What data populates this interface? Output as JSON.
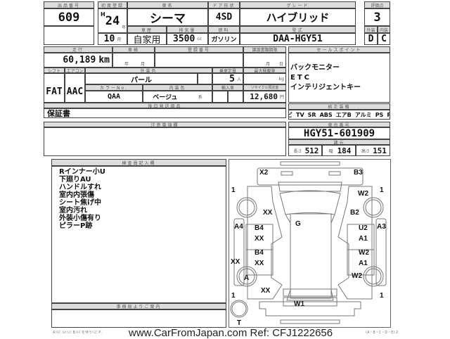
{
  "header": {
    "lot_label": "出品番号",
    "lot": "609",
    "reg_label": "初度登録",
    "era": "H",
    "year": "24",
    "year_unit": "年",
    "month": "10",
    "month_unit": "月",
    "name_label": "車名",
    "name": "シーマ",
    "door_label": "ドア形状",
    "door": "4SD",
    "grade_label": "グレード",
    "grade": "ハイブリッド",
    "score_label": "評価点",
    "score": "3",
    "history_label": "車歴",
    "history": "自家用",
    "cc_label": "排気量",
    "cc": "3500",
    "cc_unit": "cc",
    "fuel_label": "燃料",
    "fuel": "ガソリン",
    "model_label": "型式",
    "model": "DAA-HGY51",
    "ext_label": "外装",
    "ext": "D",
    "int_label": "内装",
    "int": "C"
  },
  "row2": {
    "mileage_label": "走行",
    "mileage": "60,189",
    "mileage_unit": "km",
    "shaken_label": "車検",
    "shaken_y": "年",
    "shaken_m": "月",
    "plate_label": "登録番号",
    "transfer_label": "譲渡書類期限",
    "transfer_m": "月",
    "transfer_d": "日",
    "shift_label": "シフト",
    "shift": "FAT",
    "ac_label": "エアコン",
    "ac": "AAC",
    "color_label": "外装色",
    "color": "パール",
    "seats_label": "乗車定員",
    "seats": "5",
    "seats_unit": "人",
    "load_label": "最大積載量",
    "load_unit": "kg",
    "colorno_label": "カラーNo.",
    "colorno": "QAA",
    "intcolor_label": "内装色",
    "intcolor": "ベージュ",
    "intcolor_unit": "系",
    "import_label": "輸入車",
    "recycle_label": "リサイクル預託金",
    "recycle": "12,680",
    "recycle_unit": "円"
  },
  "sales": {
    "label": "セールスポイント",
    "items": [
      "バックモニター",
      "ETC",
      "インテリジェントキー"
    ]
  },
  "later": {
    "label": "後日発送部品",
    "value": "保証書"
  },
  "equip": {
    "label": "純正装備",
    "items": [
      "ナビ",
      "TV",
      "SR",
      "ABS",
      "エアB",
      "アルミ",
      "PS",
      "PW"
    ]
  },
  "notes": {
    "label": "注意事項欄"
  },
  "chassis": {
    "label": "車台番号",
    "value": "HGY51-601909",
    "dims_label": "諸元",
    "len_label": "長さ",
    "len": "512",
    "wid_label": "幅",
    "wid": "184",
    "hgt_label": "高さ",
    "hgt": "151"
  },
  "inspector": {
    "label": "検査員記入欄",
    "lines": [
      "Rインナー小U",
      "下廻りAU",
      "ハンドルすれ",
      "室内内張傷",
      "シート焦げ中",
      "室内汚れ",
      "外装小傷有り",
      "ピラーP跡"
    ]
  },
  "office": {
    "label": "事務局よりご案内"
  },
  "diagram": {
    "marks": [
      "X2",
      "B3",
      "W2",
      "XX",
      "B2",
      "G",
      "A4",
      "B4",
      "XX",
      "U2",
      "A1",
      "A3",
      "B4",
      "XX",
      "W2",
      "A1",
      "XX",
      "A",
      "W2",
      "XX",
      "W1"
    ],
    "tire": "1",
    "spare": "T"
  },
  "footer": {
    "legend": "A:ｷｽﾞ U:ﾍｺﾐ B:ｷｽﾞを伴うﾍｺﾐ P:",
    "legend_end": "(A・B・C・D・E) 2",
    "watermark": "www.CarFromJapan.com Ref: CFJ1222656"
  }
}
